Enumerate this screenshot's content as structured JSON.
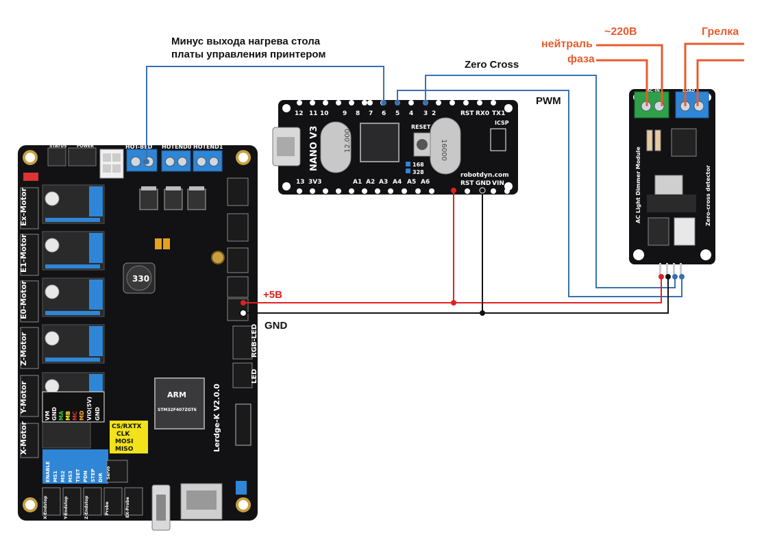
{
  "labels": {
    "heatbed_line1": "Минус выхода нагрева стола",
    "heatbed_line2": "платы управления принтером",
    "zero_cross": "Zero Cross",
    "pwm": "PWM",
    "plus5v": "+5В",
    "gnd": "GND",
    "ac220": "~220В",
    "neutral": "нейтраль",
    "phase": "фаза",
    "heater": "Грелка"
  },
  "main_board": {
    "name": "Lerdge-K V2.0.0",
    "chip_brand": "ARM",
    "chip_name": "STM32F407ZGT6",
    "inductor": "330",
    "hotbed_label": "HOT-BED",
    "hotend0": "HOTEND0",
    "hotend1": "HOTEND1",
    "status": "STATUS",
    "power": "POWER",
    "motors": [
      "Ex-Motor",
      "E1-Motor",
      "E0-Motor",
      "Z-Motor",
      "Y-Motor",
      "X-Motor"
    ],
    "right_labels": [
      "RGB-LED",
      "LED"
    ],
    "bottom_labels": [
      "X-Endstop",
      "Y-Endstop",
      "Z-Endstop",
      "Probe",
      "EX-Probe",
      "Servo"
    ],
    "pin_labels": [
      "ENABLE",
      "MS1",
      "MS2",
      "MS3",
      "TSET",
      "PDN",
      "STEP",
      "DIR"
    ],
    "vio_labels": [
      "VM",
      "GND",
      "MA",
      "MB",
      "MC",
      "MD",
      "VIO(5V)",
      "GND"
    ],
    "spi_labels": [
      "CS/RXTX",
      "CLK",
      "MOSI",
      "MISO"
    ]
  },
  "nano": {
    "title": "NANO V3",
    "brand": "robotdyn.com",
    "crystal1": "12.000",
    "crystal2": "16000",
    "reset": "RESET",
    "icsp": "ICSP",
    "top_pins": [
      "12",
      "11",
      "10",
      "9",
      "8",
      "7",
      "6",
      "5",
      "4",
      "3",
      "2",
      "RST",
      "RX0",
      "TX1"
    ],
    "bottom_pins": [
      "13",
      "3V3",
      "A1",
      "A2",
      "A3",
      "A4",
      "A5",
      "A6",
      "RST",
      "GND",
      "VIN"
    ],
    "chip_opt1": "168",
    "chip_opt2": "328"
  },
  "dimmer": {
    "title": "AC Light Dimmer Module",
    "subtitle": "Zero-cross detector",
    "terminal_in": "AC-IN",
    "terminal_out": "LOAD"
  },
  "colors": {
    "blue_wire": "#3a6fb0",
    "red_wire": "#e02020",
    "black_wire": "#111111",
    "orange_wire": "#e85b2c",
    "pcb": "#121214"
  }
}
